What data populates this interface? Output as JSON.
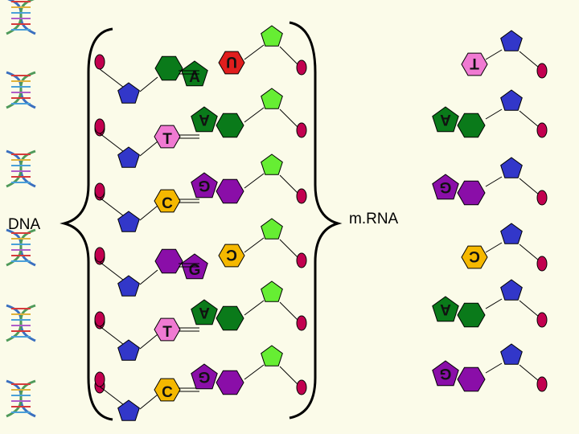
{
  "labels": {
    "dna": "DNA",
    "mrna": "m.RNA"
  },
  "colors": {
    "background": "#fbfbe9",
    "phosphate": "#c2004f",
    "deoxyribose": "#3237c9",
    "ribose": "#66ee33",
    "A": "#0a7a1a",
    "T": "#f07ad2",
    "G": "#8a0ea8",
    "C": "#f5b800",
    "U": "#e01e1e"
  },
  "dna_left_strand": [
    "A",
    "T",
    "C",
    "G",
    "T",
    "C"
  ],
  "dna_right_strand": [
    "U",
    "A",
    "G",
    "C",
    "A",
    "G"
  ],
  "mrna_strand": [
    "T",
    "A",
    "G",
    "C",
    "A",
    "G"
  ],
  "icons": [
    "dna-helix-icon",
    "dna-helix-icon",
    "dna-helix-icon",
    "dna-helix-icon",
    "dna-helix-icon",
    "dna-helix-icon"
  ]
}
